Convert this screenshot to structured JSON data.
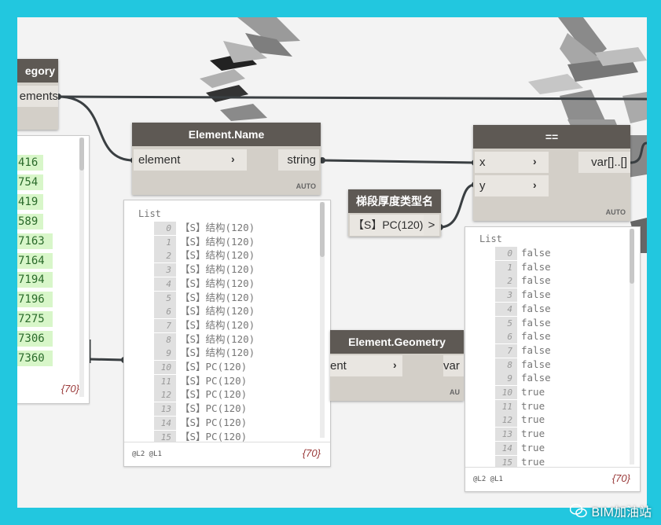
{
  "node_category": {
    "title": "egory",
    "port_out": "ements"
  },
  "left_preview": {
    "items": [
      "416",
      "754",
      "419",
      "589",
      "7163",
      "7164",
      "7194",
      "7196",
      "7275",
      "7306",
      "7360"
    ],
    "count": "{70}"
  },
  "node_element_name": {
    "title": "Element.Name",
    "input": "element",
    "output": "string",
    "lacing": "AUTO"
  },
  "name_preview": {
    "header": "List",
    "rows": [
      {
        "i": "0",
        "v": "【S】结构(120)"
      },
      {
        "i": "1",
        "v": "【S】结构(120)"
      },
      {
        "i": "2",
        "v": "【S】结构(120)"
      },
      {
        "i": "3",
        "v": "【S】结构(120)"
      },
      {
        "i": "4",
        "v": "【S】结构(120)"
      },
      {
        "i": "5",
        "v": "【S】结构(120)"
      },
      {
        "i": "6",
        "v": "【S】结构(120)"
      },
      {
        "i": "7",
        "v": "【S】结构(120)"
      },
      {
        "i": "8",
        "v": "【S】结构(120)"
      },
      {
        "i": "9",
        "v": "【S】结构(120)"
      },
      {
        "i": "10",
        "v": "【S】PC(120)"
      },
      {
        "i": "11",
        "v": "【S】PC(120)"
      },
      {
        "i": "12",
        "v": "【S】PC(120)"
      },
      {
        "i": "13",
        "v": "【S】PC(120)"
      },
      {
        "i": "14",
        "v": "【S】PC(120)"
      },
      {
        "i": "15",
        "v": "【S】PC(120)"
      }
    ],
    "levels": "@L2 @L1",
    "count": "{70}"
  },
  "node_string": {
    "title": "梯段厚度类型名",
    "value": "【S】PC(120)",
    "port_glyph": ">"
  },
  "node_geometry": {
    "title": "Element.Geometry",
    "input": "ent",
    "output": "var",
    "lacing": "AU"
  },
  "node_equals": {
    "title": "==",
    "input_x": "x",
    "input_y": "y",
    "output": "var[]..[]",
    "lacing": "AUTO"
  },
  "eq_preview": {
    "header": "List",
    "rows": [
      {
        "i": "0",
        "v": "false"
      },
      {
        "i": "1",
        "v": "false"
      },
      {
        "i": "2",
        "v": "false"
      },
      {
        "i": "3",
        "v": "false"
      },
      {
        "i": "4",
        "v": "false"
      },
      {
        "i": "5",
        "v": "false"
      },
      {
        "i": "6",
        "v": "false"
      },
      {
        "i": "7",
        "v": "false"
      },
      {
        "i": "8",
        "v": "false"
      },
      {
        "i": "9",
        "v": "false"
      },
      {
        "i": "10",
        "v": "true"
      },
      {
        "i": "11",
        "v": "true"
      },
      {
        "i": "12",
        "v": "true"
      },
      {
        "i": "13",
        "v": "true"
      },
      {
        "i": "14",
        "v": "true"
      },
      {
        "i": "15",
        "v": "true"
      }
    ],
    "levels": "@L2 @L1",
    "count": "{70}"
  },
  "watermark": {
    "text": "BIM加油站",
    "icon": "wechat-icon"
  },
  "colors": {
    "frame": "#22c7df",
    "node_header": "#5e5954",
    "node_body": "#d3cfc8",
    "wire": "#3a3f42",
    "highlight": "#d8f6c9"
  }
}
